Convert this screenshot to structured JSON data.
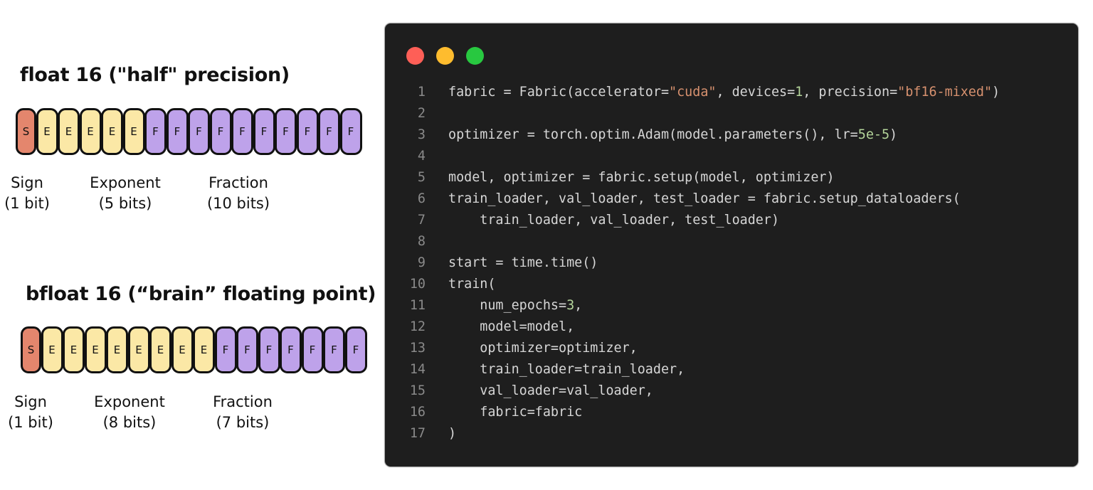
{
  "formats": [
    {
      "title": "float 16 (\"half\" precision)",
      "bits": [
        "S",
        "E",
        "E",
        "E",
        "E",
        "E",
        "F",
        "F",
        "F",
        "F",
        "F",
        "F",
        "F",
        "F",
        "F",
        "F"
      ],
      "labels": [
        {
          "name": "Sign",
          "size": "(1 bit)"
        },
        {
          "name": "Exponent",
          "size": "(5 bits)"
        },
        {
          "name": "Fraction",
          "size": "(10 bits)"
        }
      ]
    },
    {
      "title": "bfloat 16 (“brain” floating point)",
      "bits": [
        "S",
        "E",
        "E",
        "E",
        "E",
        "E",
        "E",
        "E",
        "E",
        "F",
        "F",
        "F",
        "F",
        "F",
        "F",
        "F"
      ],
      "labels": [
        {
          "name": "Sign",
          "size": "(1 bit)"
        },
        {
          "name": "Exponent",
          "size": "(8 bits)"
        },
        {
          "name": "Fraction",
          "size": "(7 bits)"
        }
      ]
    }
  ],
  "colors": {
    "sign": "#e4866d",
    "exponent": "#fbe8a6",
    "fraction": "#bea2ea",
    "panel_bg": "#1e1e1e",
    "string": "#d7916f",
    "number": "#b4d59a",
    "dot_red": "#fe5f57",
    "dot_yellow": "#febc2e",
    "dot_green": "#28c840"
  },
  "code": {
    "lines": [
      {
        "n": "1",
        "tokens": [
          {
            "t": "fabric = Fabric(accelerator="
          },
          {
            "t": "\"cuda\"",
            "k": "str"
          },
          {
            "t": ", devices="
          },
          {
            "t": "1",
            "k": "num"
          },
          {
            "t": ", precision="
          },
          {
            "t": "\"bf16-mixed\"",
            "k": "str"
          },
          {
            "t": ")"
          }
        ]
      },
      {
        "n": "2",
        "tokens": []
      },
      {
        "n": "3",
        "tokens": [
          {
            "t": "optimizer = torch.optim.Adam(model.parameters(), lr="
          },
          {
            "t": "5e-5",
            "k": "num"
          },
          {
            "t": ")"
          }
        ]
      },
      {
        "n": "4",
        "tokens": []
      },
      {
        "n": "5",
        "tokens": [
          {
            "t": "model, optimizer = fabric.setup(model, optimizer)"
          }
        ]
      },
      {
        "n": "6",
        "tokens": [
          {
            "t": "train_loader, val_loader, test_loader = fabric.setup_dataloaders("
          }
        ]
      },
      {
        "n": "7",
        "tokens": [
          {
            "t": "    train_loader, val_loader, test_loader)"
          }
        ]
      },
      {
        "n": "8",
        "tokens": []
      },
      {
        "n": "9",
        "tokens": [
          {
            "t": "start = time.time()"
          }
        ]
      },
      {
        "n": "10",
        "tokens": [
          {
            "t": "train("
          }
        ]
      },
      {
        "n": "11",
        "tokens": [
          {
            "t": "    num_epochs="
          },
          {
            "t": "3",
            "k": "num"
          },
          {
            "t": ","
          }
        ]
      },
      {
        "n": "12",
        "tokens": [
          {
            "t": "    model=model,"
          }
        ]
      },
      {
        "n": "13",
        "tokens": [
          {
            "t": "    optimizer=optimizer,"
          }
        ]
      },
      {
        "n": "14",
        "tokens": [
          {
            "t": "    train_loader=train_loader,"
          }
        ]
      },
      {
        "n": "15",
        "tokens": [
          {
            "t": "    val_loader=val_loader,"
          }
        ]
      },
      {
        "n": "16",
        "tokens": [
          {
            "t": "    fabric=fabric"
          }
        ]
      },
      {
        "n": "17",
        "tokens": [
          {
            "t": ")"
          }
        ]
      }
    ]
  }
}
